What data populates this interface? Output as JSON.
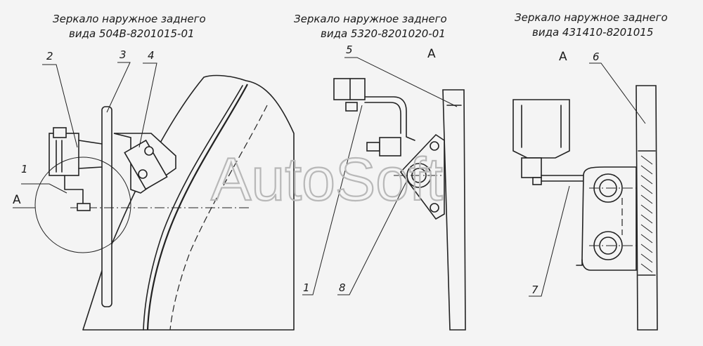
{
  "captions": [
    {
      "line1": "Зеркало наружное заднего",
      "line2": "вида 504В-8201015-01"
    },
    {
      "line1": "Зеркало наружное заднего",
      "line2": "вида 5320-8201020-01"
    },
    {
      "line1": "Зеркало наружное заднего",
      "line2": "вида 431410-8201015"
    }
  ],
  "view_marks": {
    "left": "А",
    "middle": "А",
    "right": "А"
  },
  "callouts": {
    "c1_left": "1",
    "c2": "2",
    "c3": "3",
    "c4": "4",
    "c5": "5",
    "c1_mid": "1",
    "c8": "8",
    "c6": "6",
    "c7": "7"
  },
  "watermark": "AutoSoft"
}
